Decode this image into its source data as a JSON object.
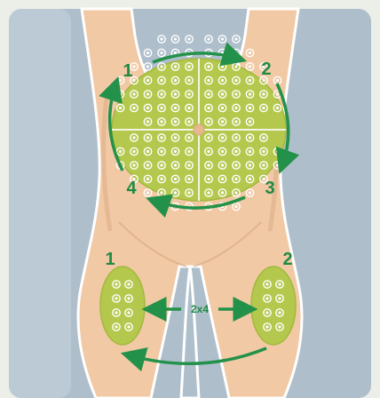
{
  "colors": {
    "frame_bg": "#ecefe8",
    "panel_bg": "#aebfcb",
    "skin": "#f1c9a4",
    "skin_shadow": "#d8a77f",
    "zone_fill": "#b4c84d",
    "zone_stroke": "#a3b83d",
    "arrow": "#239149",
    "label": "#1f8a44",
    "dot": "#ffffff"
  },
  "abdomen": {
    "quadrant_labels": [
      "1",
      "2",
      "3",
      "4"
    ],
    "rotation": "clockwise",
    "quadrant_row_dot_counts": [
      [
        3,
        4,
        5,
        6,
        6,
        6,
        4
      ],
      [
        3,
        4,
        5,
        6,
        6,
        6,
        4
      ],
      [
        5,
        6,
        6,
        5,
        4,
        3
      ],
      [
        5,
        6,
        6,
        5,
        4,
        3
      ]
    ]
  },
  "thighs": {
    "left_label": "1",
    "right_label": "2",
    "repeat_label": "2x4",
    "dot_columns": 2,
    "dot_rows": 4
  }
}
